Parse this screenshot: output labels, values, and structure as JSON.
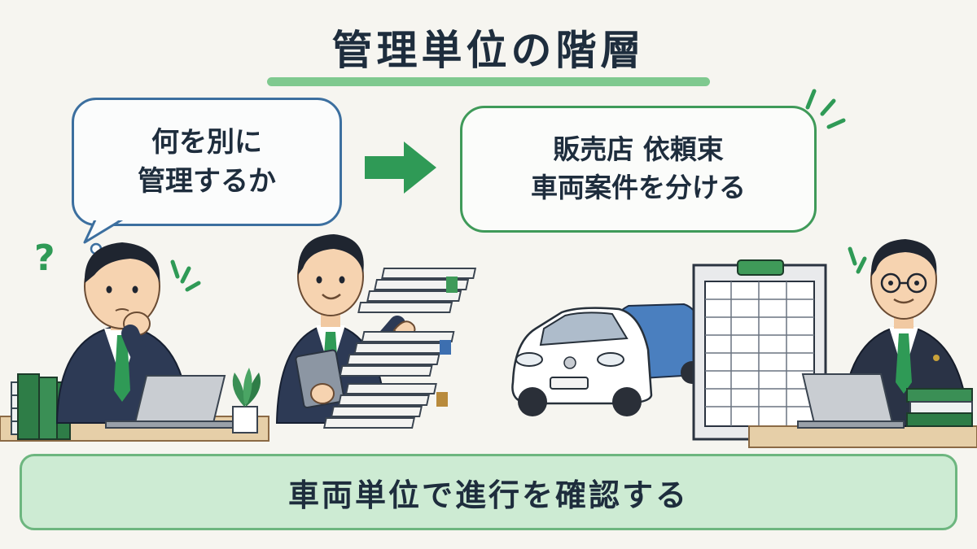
{
  "title": "管理単位の階層",
  "bubble_left": {
    "line1": "何を別に",
    "line2": "管理するか"
  },
  "bubble_right": {
    "line1": "販売店 依頼束",
    "line2": "車両案件を分ける"
  },
  "question_mark": "?",
  "banner": "車両単位で進行を確認する",
  "colors": {
    "accent_green": "#3f9a59",
    "accent_blue": "#3c6f9f",
    "banner_fill": "#cdebd3",
    "suit_navy": "#2d3a55"
  }
}
